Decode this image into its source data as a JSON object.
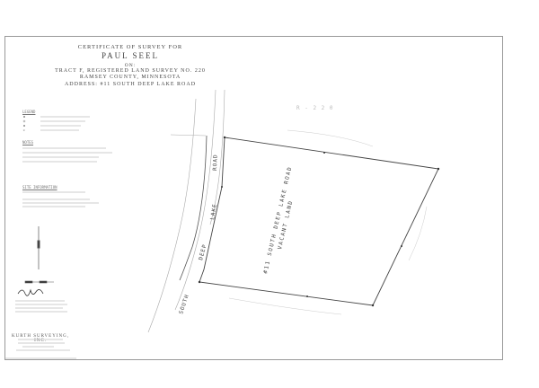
{
  "header": {
    "line1": "CERTIFICATE OF SURVEY FOR",
    "client": "PAUL SEEL",
    "line3": "ON:",
    "tract": "TRACT F, REGISTERED LAND SURVEY NO. 220",
    "county": "RAMSEY COUNTY, MINNESOTA",
    "address": "ADDRESS: #11 SOUTH DEEP LAKE ROAD"
  },
  "legend": {
    "heading": "LEGEND"
  },
  "notes": {
    "heading": "NOTES"
  },
  "site_info": {
    "heading": "SITE INFORMATION"
  },
  "drawing": {
    "lot_label": "#11 SOUTH DEEP LAKE ROAD",
    "lot_sublabel": "VACANT LAND",
    "road_words": [
      "SOUTH",
      "DEEP",
      "LAKE",
      "ROAD"
    ],
    "adjacent_tract": "R - 2 2 0"
  },
  "firm": {
    "name": "KURTH SURVEYING, INC."
  }
}
